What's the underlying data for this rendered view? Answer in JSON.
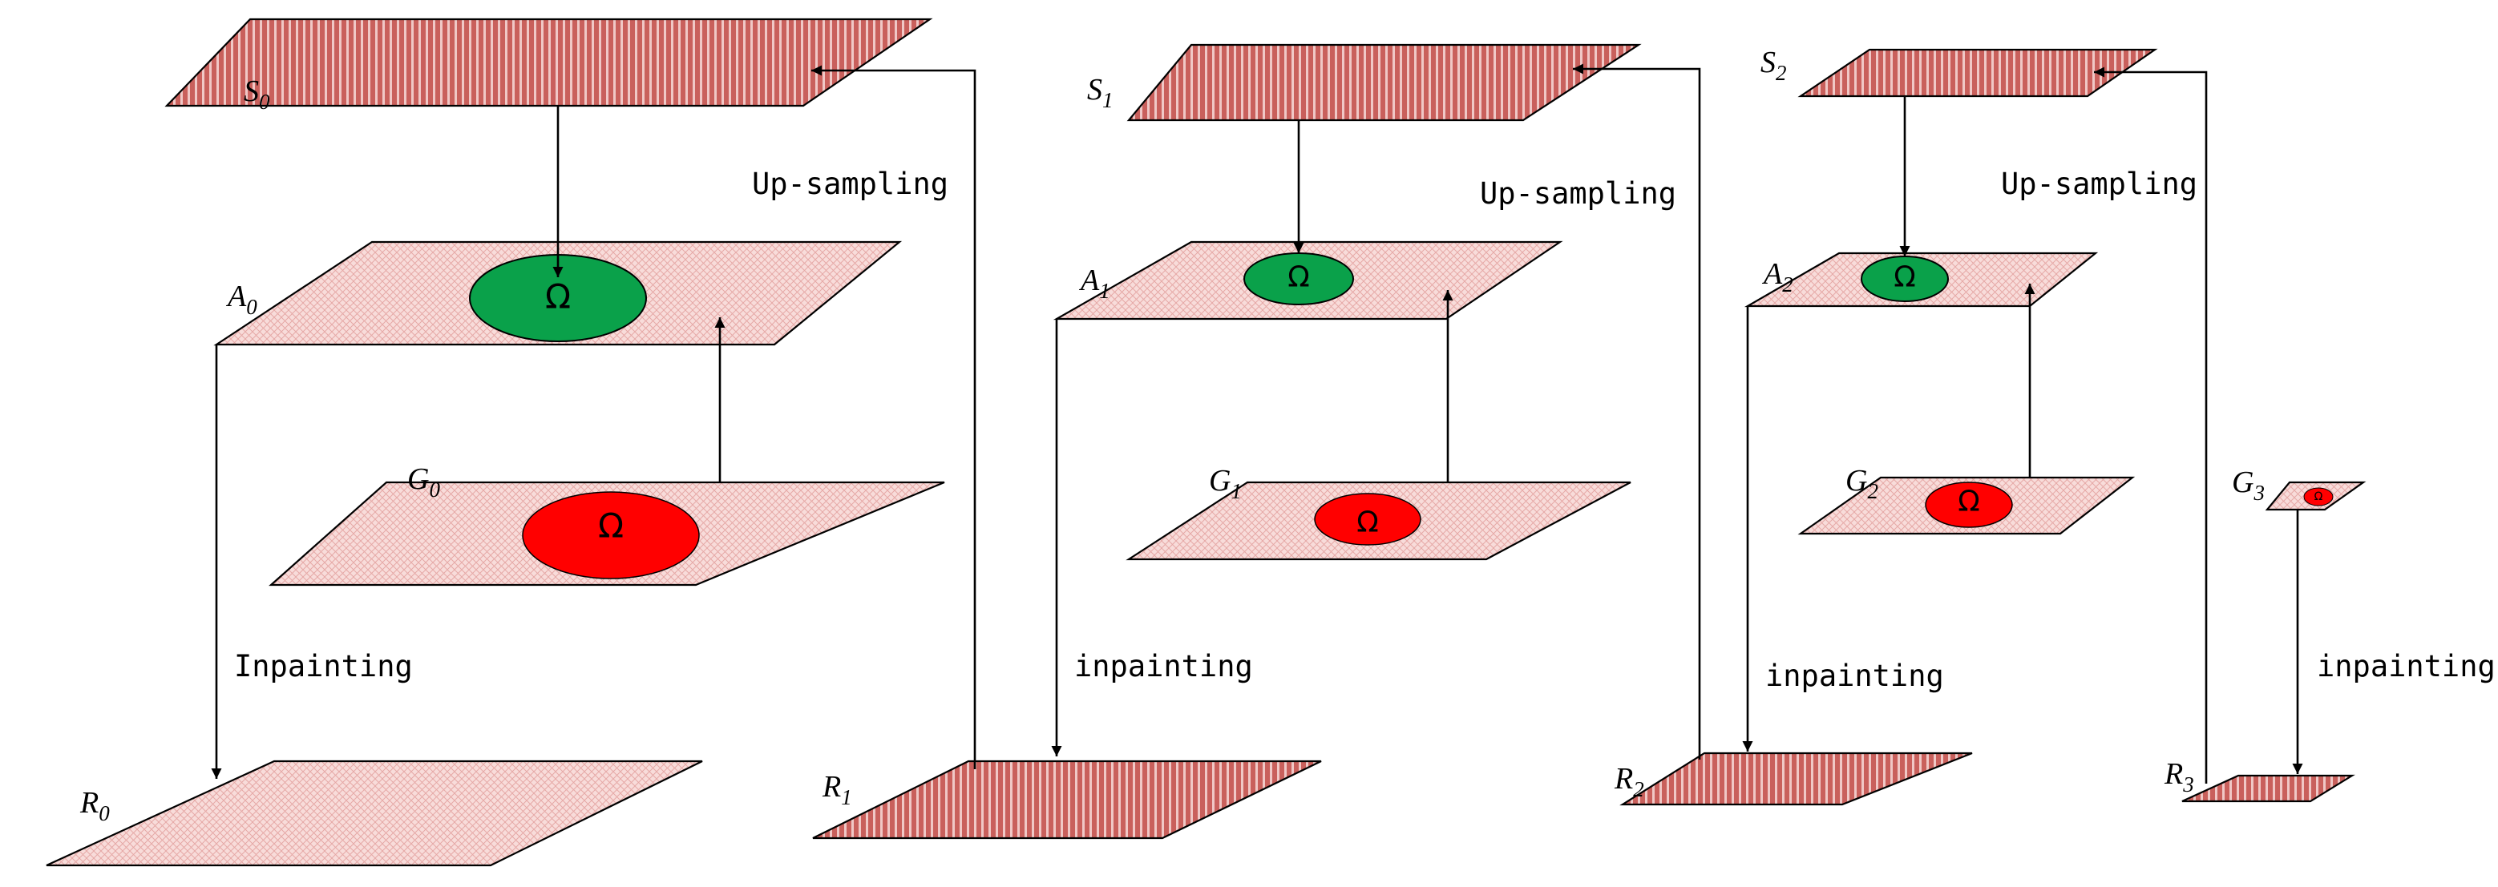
{
  "labels": {
    "S0": {
      "main": "S",
      "sub": "0"
    },
    "S1": {
      "main": "S",
      "sub": "1"
    },
    "S2": {
      "main": "S",
      "sub": "2"
    },
    "A0": {
      "main": "A",
      "sub": "0"
    },
    "A1": {
      "main": "A",
      "sub": "1"
    },
    "A2": {
      "main": "A",
      "sub": "2"
    },
    "G0": {
      "main": "G",
      "sub": "0"
    },
    "G1": {
      "main": "G",
      "sub": "1"
    },
    "G2": {
      "main": "G",
      "sub": "2"
    },
    "G3": {
      "main": "G",
      "sub": "3"
    },
    "R0": {
      "main": "R",
      "sub": "0"
    },
    "R1": {
      "main": "R",
      "sub": "1"
    },
    "R2": {
      "main": "R",
      "sub": "2"
    },
    "R3": {
      "main": "R",
      "sub": "3"
    }
  },
  "annotations": {
    "upsampling_1": "Up-sampling",
    "upsampling_2": "Up-sampling",
    "upsampling_3": "Up-sampling",
    "inpainting_1": "Inpainting",
    "inpainting_2": "inpainting",
    "inpainting_3": "inpainting",
    "inpainting_4": "inpainting"
  },
  "omega_symbol": "Ω",
  "colors": {
    "full_plane_fill": "#c9605c",
    "full_plane_stripe": "#f0c8c6",
    "light_plane_fill": "#f8dcda",
    "light_plane_hatch": "#e6a9a6",
    "known_region": "#0aa14a",
    "missing_region": "#ff0000",
    "line": "#000000"
  }
}
